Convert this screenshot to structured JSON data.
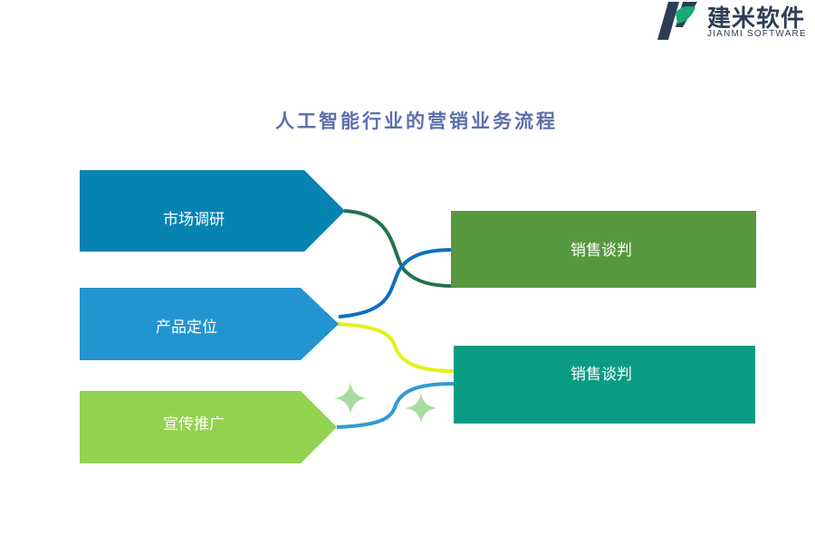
{
  "brand": {
    "name_cn": "建米软件",
    "name_en": "JIANMI SOFTWARE"
  },
  "title": "人工智能行业的营销业务流程",
  "left_steps": [
    {
      "label": "市场调研",
      "color": "#0783b2"
    },
    {
      "label": "产品定位",
      "color": "#2294d0"
    },
    {
      "label": "宣传推广",
      "color": "#93d24f"
    }
  ],
  "right_steps": [
    {
      "label": "销售谈判",
      "color": "#58993f"
    },
    {
      "label": "销售谈判",
      "color": "#0a9b84"
    }
  ],
  "connector_colors": [
    "#22734a",
    "#0e6fbf",
    "#e4f01a",
    "#2f9ad0"
  ],
  "sparkle_color": "#a8dca1"
}
